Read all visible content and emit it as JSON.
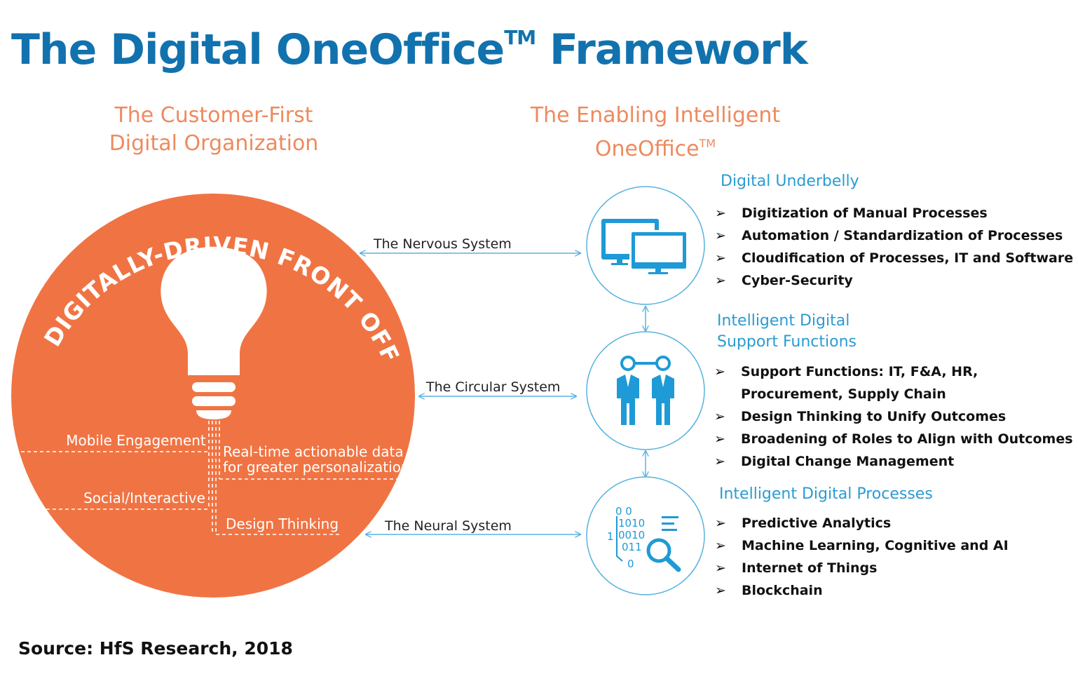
{
  "title": {
    "main": "The Digital OneOffice",
    "tm": "TM",
    "suffix": " Framework"
  },
  "left_heading": {
    "line1": "The Customer-First",
    "line2": "Digital Organization"
  },
  "right_heading": {
    "line1": "The Enabling Intelligent",
    "line2": "OneOffice",
    "tm": "TM"
  },
  "circle": {
    "arc_text": "THE DIGITALLY-DRIVEN FRONT OFFICE",
    "labels": {
      "mobile": "Mobile Engagement",
      "realtime_1": "Real-time actionable data",
      "realtime_2": "for greater personalization",
      "social": "Social/Interactive",
      "design": "Design Thinking"
    }
  },
  "connections": {
    "nervous": "The Nervous System",
    "circular": "The Circular System",
    "neural": "The Neural System"
  },
  "sections": {
    "underbelly": {
      "title": "Digital Underbelly",
      "items": [
        "Digitization of Manual Processes",
        "Automation / Standardization of Processes",
        "Cloudification of Processes, IT and Software",
        "Cyber-Security"
      ]
    },
    "support": {
      "title_1": "Intelligent Digital",
      "title_2": "Support Functions",
      "items": [
        "Support Functions: IT, F&A, HR,",
        "Procurement, Supply Chain",
        "Design Thinking to Unify Outcomes",
        "Broadening of Roles to Align with Outcomes",
        "Digital Change Management"
      ]
    },
    "processes": {
      "title": "Intelligent Digital Processes",
      "items": [
        "Predictive Analytics",
        "Machine Learning, Cognitive and AI",
        "Internet of Things",
        "Blockchain"
      ]
    }
  },
  "icon_text": {
    "row1": "0 0",
    "row2": "1010",
    "row3": "0010",
    "row4": "011",
    "left_one": "1",
    "bottom_zero": "0"
  },
  "source": "Source: HfS Research, 2018",
  "colors": {
    "title_blue": "#1172ae",
    "orange": "#f07443",
    "heading_orange": "#ee8a5e",
    "light_blue": "#2a9bd2",
    "icon_blue": "#1e9ad6",
    "arrow_blue": "#58b2e0"
  }
}
